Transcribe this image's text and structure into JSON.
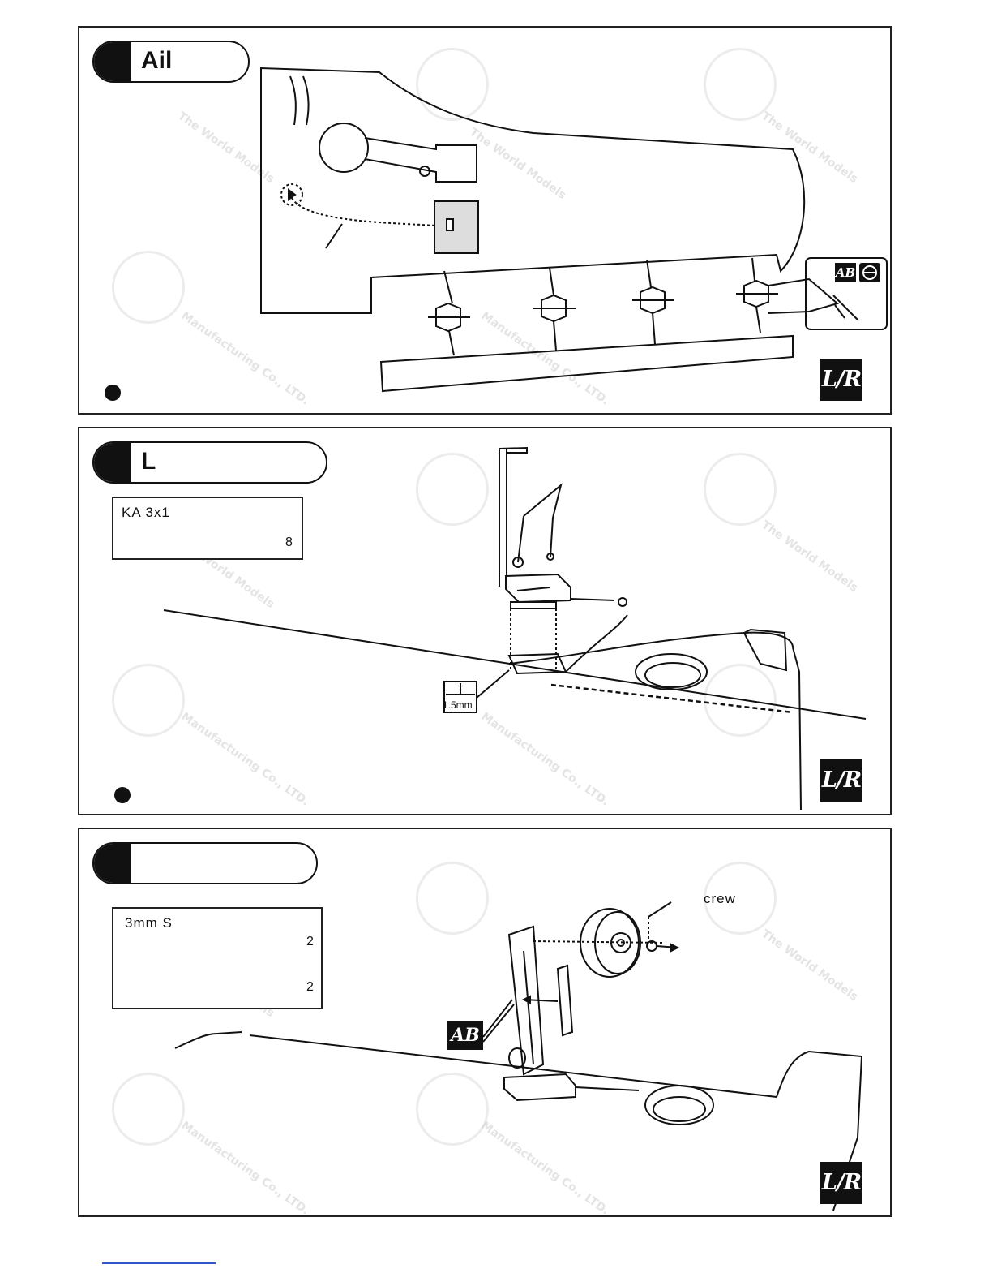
{
  "panels": [
    {
      "title": "Ail",
      "badge": "L/R",
      "tool_badge": "AB"
    },
    {
      "title": "L",
      "badge": "L/R",
      "parts": [
        {
          "label": "KA 3x1",
          "qty": "8",
          "icon": "screw-icon"
        }
      ],
      "drill_label": "1.5mm"
    },
    {
      "title": "",
      "badge": "L/R",
      "callout": "crew",
      "tool_badge": "AB",
      "parts": [
        {
          "label": "3mm S",
          "qty": "2",
          "icon": "set-screw-icon"
        },
        {
          "label": "",
          "qty": "2",
          "icon": "wheel-collar-icon"
        }
      ]
    }
  ],
  "watermark": {
    "text_1": "The World Models",
    "text_2": "Manufacturing Co., LTD."
  },
  "colors": {
    "ink": "#111111",
    "paper": "#ffffff",
    "link": "#3355cc"
  }
}
